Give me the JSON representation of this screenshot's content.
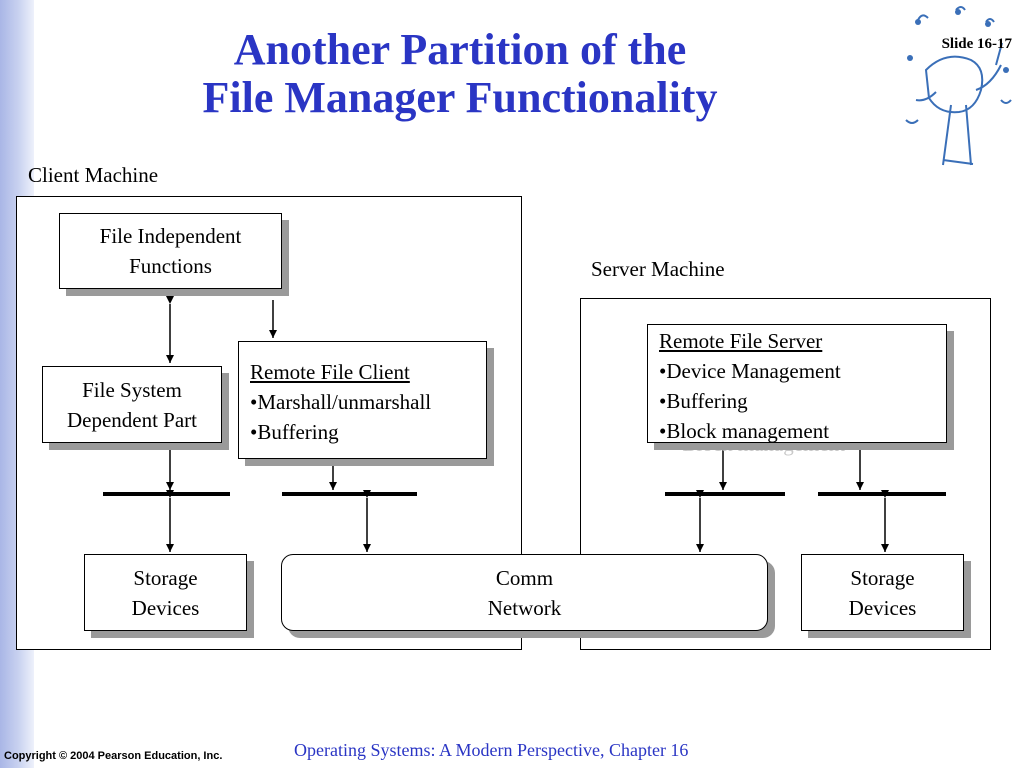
{
  "slide": {
    "title_line1": "Another Partition of the",
    "title_line2": "File Manager Functionality",
    "slide_number": "Slide 16-17"
  },
  "client": {
    "label": "Client Machine",
    "file_independent": {
      "line1": "File Independent",
      "line2": "Functions"
    },
    "file_system_dependent": {
      "line1": "File System",
      "line2": "Dependent Part"
    },
    "remote_file_client": {
      "head": "Remote File Client",
      "item1": "•Marshall/unmarshall",
      "item2": "•Buffering"
    },
    "storage": {
      "line1": "Storage",
      "line2": "Devices"
    }
  },
  "network": {
    "line1": "Comm",
    "line2": "Network"
  },
  "server": {
    "label": "Server Machine",
    "remote_file_server": {
      "head": "Remote File Server",
      "item1": "•Device Management",
      "item2": "•Buffering",
      "item3": "•Block management"
    },
    "storage": {
      "line1": "Storage",
      "line2": "Devices"
    }
  },
  "footer": {
    "copyright": "Copyright © 2004 Pearson Education, Inc.",
    "course": "Operating Systems: A Modern Perspective, Chapter 16"
  },
  "colors": {
    "title": "#2a35c4",
    "shadow": "#9a9a9a",
    "sidebar": "#b3bfe9"
  },
  "icons": {
    "logo": "musician-logo"
  }
}
